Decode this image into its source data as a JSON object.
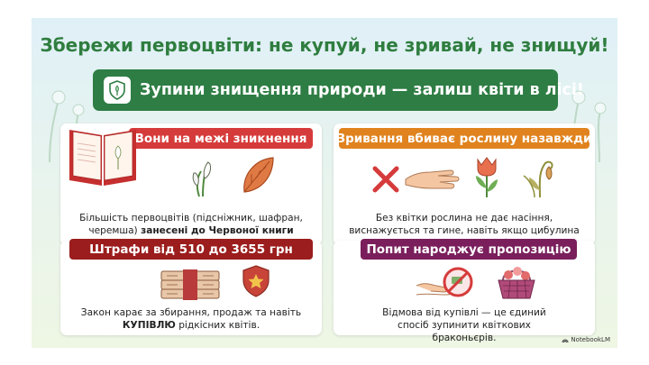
{
  "title": "Збережи первоцвіти: не купуй, не зривай, не знищуй!",
  "banner": {
    "icon": "snowdrop-shield-icon",
    "text": "Зупини знищення природи — залиш квіти в лісі!"
  },
  "cards": {
    "extinction": {
      "label": "Вони на межі зникнення",
      "text_part1": "Більшість первоцвітів (підсніжник, шафран, черемша) ",
      "text_bold": "занесені до Червоної книги України.",
      "icons": [
        "red-book-icon",
        "snowdrop-icon",
        "leaf-icon"
      ]
    },
    "picking": {
      "label": "Зривання вбиває рослину назавжди",
      "text": "Без квітки рослина не дає насіння, виснажується та гине, навіть якщо цибулина лишилася в землі.",
      "icons": [
        "cross-icon",
        "hand-icon",
        "tulip-icon",
        "wilted-flower-icon"
      ]
    },
    "fines": {
      "label": "Штрафи від 510 до 3655 грн",
      "text_part1": "Закон карає за збирання, продаж та навіть ",
      "text_bold": "КУПІВЛЮ",
      "text_part2": " рідкісних квітів.",
      "icons": [
        "money-stack-icon",
        "police-badge-icon"
      ]
    },
    "demand": {
      "label": "Попит народжує пропозицію",
      "text": "Відмова від купівлі — це єдиний спосіб зупинити квіткових браконьєрів.",
      "icons": [
        "no-buying-icon",
        "flower-basket-icon"
      ]
    }
  },
  "credit": "NotebookLM",
  "colors": {
    "title": "#2f7d3f",
    "banner": "#2e7d44",
    "red_label": "#d63b3b",
    "orange_label": "#e0831f",
    "dark_red_label": "#9b1d1d",
    "purple_label": "#7a1f5c"
  }
}
